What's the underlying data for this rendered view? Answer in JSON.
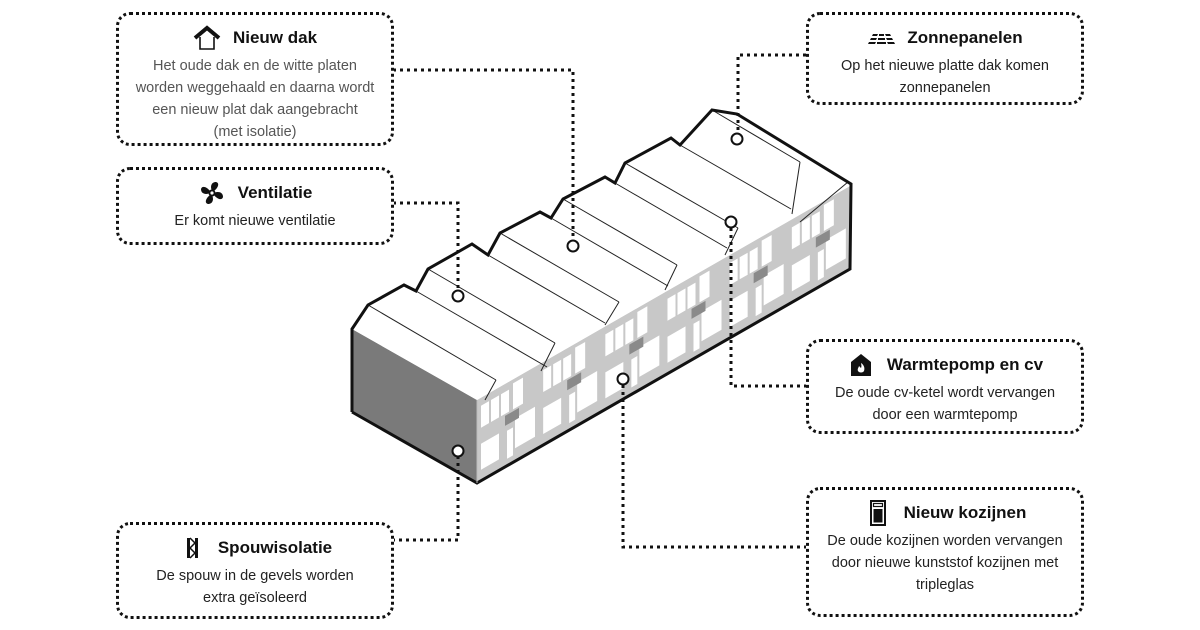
{
  "callouts": [
    {
      "id": "nieuw-dak",
      "icon": "house-roof-icon",
      "title": "Nieuw dak",
      "lines": [
        "Het oude dak en de witte platen",
        "worden weggehaald en daarna wordt",
        "een nieuw plat dak aangebracht",
        "(met isolatie)"
      ]
    },
    {
      "id": "ventilatie",
      "icon": "fan-icon",
      "title": "Ventilatie",
      "lines": [
        "Er komt nieuwe ventilatie"
      ]
    },
    {
      "id": "spouwisolatie",
      "icon": "cavity-wall-icon",
      "title": "Spouwisolatie",
      "lines": [
        "De spouw in de gevels worden",
        "extra geïsoleerd"
      ]
    },
    {
      "id": "zonnepanelen",
      "icon": "solar-panels-icon",
      "title": "Zonnepanelen",
      "lines": [
        "Op het nieuwe platte dak komen",
        "zonnepanelen"
      ]
    },
    {
      "id": "warmtepomp",
      "icon": "house-flame-icon",
      "title": "Warmtepomp en cv",
      "lines": [
        "De oude cv-ketel wordt vervangen",
        "door een warmtepomp"
      ]
    },
    {
      "id": "kozijnen",
      "icon": "window-frame-icon",
      "title": "Nieuw kozijnen",
      "lines": [
        "De oude kozijnen worden vervangen",
        "door nieuwe kunststof kozijnen met",
        "tripleglas"
      ]
    }
  ],
  "colors": {
    "ink": "#111111",
    "facade": "#c8c8c8",
    "side_wall": "#7a7a7a",
    "roof": "#ffffff",
    "window": "#ffffff",
    "balcony": "#8a8a8a"
  }
}
